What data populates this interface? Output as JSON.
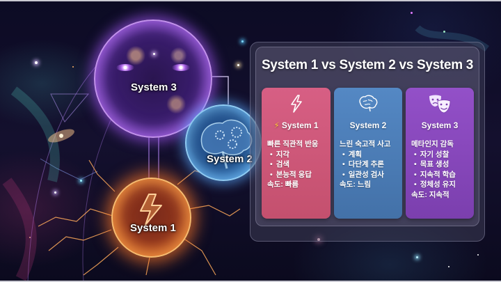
{
  "illustration": {
    "orbs": [
      {
        "id": "system3",
        "label": "System 3",
        "theme": "cosmic-galaxy-eyes",
        "color": "#a45cf0"
      },
      {
        "id": "system2",
        "label": "System 2",
        "theme": "brain-with-gears",
        "color": "#5aaaf0"
      },
      {
        "id": "system1",
        "label": "System 1",
        "theme": "lightning-fire",
        "color": "#ff8a3a",
        "icon": "lightning-bolt-icon"
      }
    ]
  },
  "panel": {
    "title": "System 1 vs System 2 vs System 3",
    "cards": [
      {
        "icon": "lightning-bolt-icon",
        "title_prefix_icon": "⚡",
        "title": "System 1",
        "color": "#c4506e",
        "heading": "빠른 직관적 반응",
        "items": [
          "지각",
          "검색",
          "본능적 응답"
        ],
        "speed": "속도: 빠름"
      },
      {
        "icon": "brain-icon",
        "title": "System 2",
        "color": "#4371a8",
        "heading": "느린 숙고적 사고",
        "items": [
          "계획",
          "다단계 추론",
          "일관성 검사"
        ],
        "speed": "속도: 느림"
      },
      {
        "icon": "theater-masks-icon",
        "title": "System 3",
        "color": "#7b3fae",
        "heading": "메타인지 감독",
        "items": [
          "자기 성찰",
          "목표 생성",
          "지속적 학습",
          "정체성 유지"
        ],
        "speed": "속도: 지속적"
      }
    ]
  }
}
